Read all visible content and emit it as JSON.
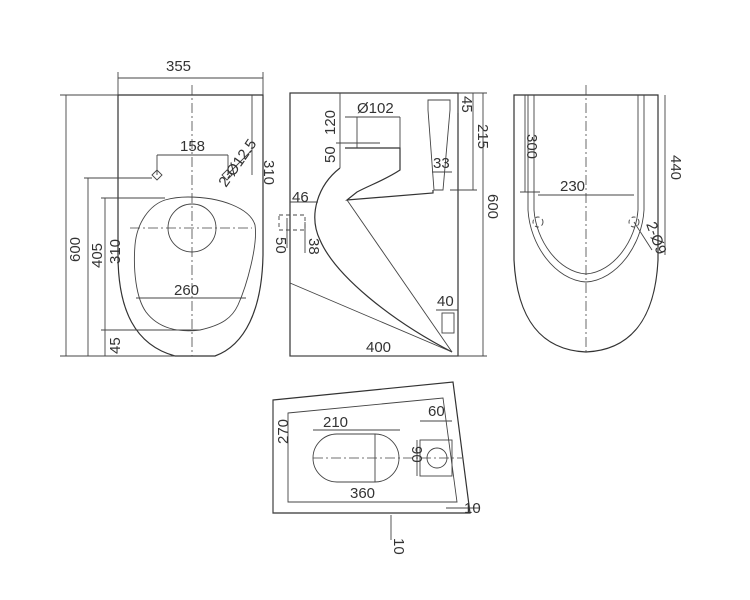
{
  "front_view": {
    "dim_width_top": "355",
    "dim_inner_158": "158",
    "dim_hole_diam": "2-Ø12.5",
    "dim_right_310": "310",
    "dim_height_600": "600",
    "dim_405": "405",
    "dim_left_310": "310",
    "dim_260": "260",
    "dim_45": "45"
  },
  "side_view": {
    "dim_inlet_diam": "Ø102",
    "dim_120": "120",
    "dim_50_top": "50",
    "dim_45": "45",
    "dim_215": "215",
    "dim_33": "33",
    "dim_46": "46",
    "dim_50_outlet": "50",
    "dim_38": "38",
    "dim_600": "600",
    "dim_40": "40",
    "dim_400": "400"
  },
  "back_view": {
    "dim_300": "300",
    "dim_440": "440",
    "dim_230": "230",
    "dim_holes": "2-Ø9"
  },
  "top_view": {
    "dim_270": "270",
    "dim_210": "210",
    "dim_60": "60",
    "dim_90": "90",
    "dim_360": "360",
    "dim_10_right": "10",
    "dim_10_bottom": "10"
  }
}
